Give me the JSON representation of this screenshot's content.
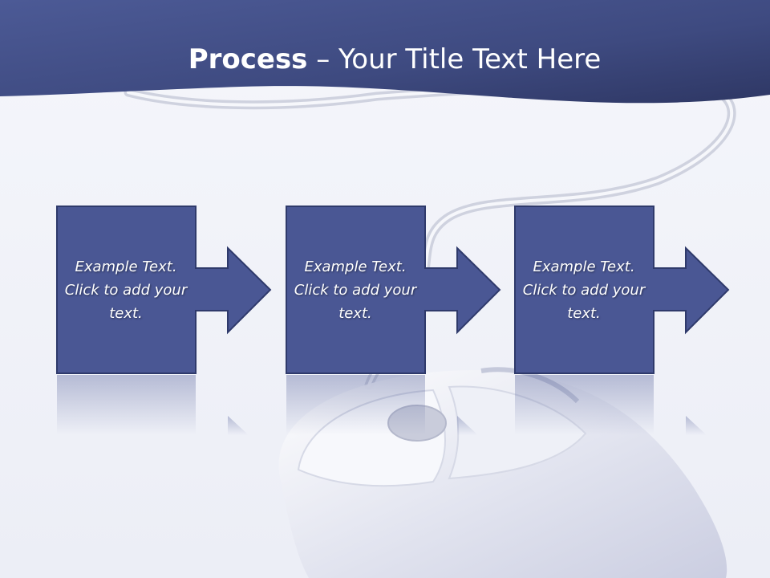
{
  "slide": {
    "title_bold": "Process",
    "title_rest": " – Your Title Text Here"
  },
  "colors": {
    "header": "#3f4b82",
    "box_fill": "#4a5794",
    "box_border": "#2f3a6b",
    "background": "#f1f2f8"
  },
  "steps": [
    {
      "text": "Example Text. Click to add your text."
    },
    {
      "text": "Example Text. Click to add your text."
    },
    {
      "text": "Example Text. Click to add your text."
    }
  ]
}
